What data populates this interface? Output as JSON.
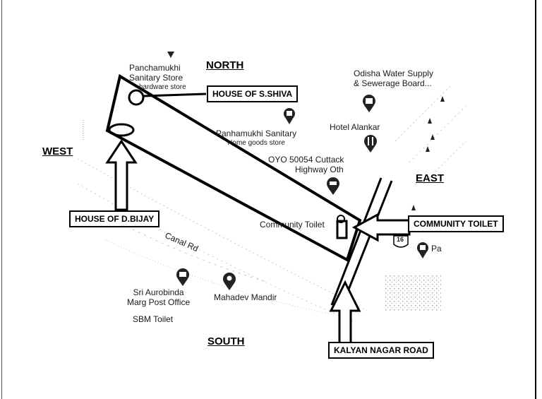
{
  "directions": {
    "north": "NORTH",
    "south": "SOUTH",
    "east": "EAST",
    "west": "WEST"
  },
  "boxed_labels": {
    "house_shiva": "HOUSE OF S.SHIVA",
    "house_bijay": "HOUSE OF D.BIJAY",
    "community_toilet": "COMMUNITY TOILET",
    "kalyan_nagar_road": "KALYAN NAGAR ROAD"
  },
  "map_places": {
    "panchamukhi_store": {
      "name": "Panchamukhi",
      "name2": "Sanitary Store",
      "category": "hardware store"
    },
    "odisha_water": {
      "line1": "Odisha Water Supply",
      "line2": "& Sewerage Board..."
    },
    "panhamukhi_sanitary": {
      "name": "Panhamukhi Sanitary",
      "category": "Home goods store"
    },
    "hotel_alankar": {
      "name": "Hotel Alankar"
    },
    "oyo": {
      "line1": "OYO 50054 Cuttack",
      "line2": "Highway Oth"
    },
    "community_toilet_map": {
      "name": "Community Toilet"
    },
    "canal_rd": {
      "name": "Canal Rd"
    },
    "post_office": {
      "line1": "Sri Aurobinda",
      "line2": "Marg Post Office"
    },
    "mahadev_mandir": {
      "name": "Mahadev Mandir"
    },
    "sbm_toilet": {
      "name": "SBM Toilet"
    },
    "pa": {
      "name": "Pa"
    },
    "route_16": {
      "name": "16"
    }
  },
  "colors": {
    "ink": "#000000",
    "map_text": "#1a1a1a",
    "marker": "#222222",
    "background": "#ffffff"
  },
  "icons": {
    "panchamukhi": "location-pin-icon",
    "odisha_water": "building-icon",
    "panhamukhi": "shopping-bag-icon",
    "hotel": "restaurant-icon",
    "oyo": "bed-icon",
    "post_office": "mail-icon",
    "mahadev": "temple-icon",
    "pa": "shopping-bag-icon"
  }
}
